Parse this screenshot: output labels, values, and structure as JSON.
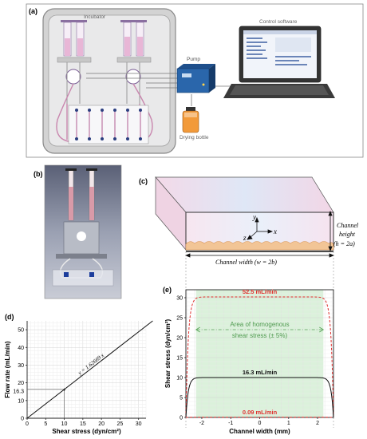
{
  "panels": {
    "a": {
      "label": "(a)",
      "incubator_label": "Incubator",
      "pump_label": "Pump",
      "control_label": "Control software",
      "bottle_label": "Drying bottle"
    },
    "b": {
      "label": "(b)"
    },
    "c": {
      "label": "(c)",
      "axis_y": "y",
      "axis_x": "x",
      "axis_z": "z",
      "height_line1": "Channel",
      "height_line2": "height",
      "height_line3": "(h = 2a)",
      "width_label": "Channel width (w = 2b)"
    },
    "d": {
      "label": "(d)"
    },
    "e": {
      "label": "(e)"
    }
  },
  "chart_data": [
    {
      "type": "line",
      "panel": "d",
      "xlabel": "Shear stress (dyn/cm²)",
      "ylabel": "Flow rate (mL/min)",
      "xlim": [
        0,
        32
      ],
      "ylim": [
        0,
        55
      ],
      "xticks": [
        0,
        5,
        10,
        15,
        20,
        25,
        30
      ],
      "yticks": [
        0,
        10,
        20,
        30,
        40,
        50
      ],
      "extra_ytick": {
        "value": 16.3,
        "label": "16.3"
      },
      "equation": "y = 1.62669 x",
      "slope": 1.62669,
      "marker": {
        "x": 10,
        "y": 16.3
      },
      "grid": true
    },
    {
      "type": "line",
      "panel": "e",
      "xlabel": "Channel width (mm)",
      "ylabel": "Shear stress (dyn/cm²)",
      "xlim": [
        -2.55,
        2.55
      ],
      "ylim": [
        0,
        32
      ],
      "xticks": [
        -2,
        -1,
        0,
        1,
        2
      ],
      "yticks": [
        0,
        5,
        10,
        15,
        20,
        25,
        30
      ],
      "homogeneous_region": [
        -2.2,
        2.2
      ],
      "annotation_line1": "Area of homogenous",
      "annotation_line2": "shear stress (± 5%)",
      "annotation_y": 22,
      "series": [
        {
          "name": "52.5 mL/min",
          "plateau": 30.2,
          "color": "#e0312f",
          "dashed": true
        },
        {
          "name": "16.3 mL/min",
          "plateau": 10.0,
          "color": "#111111",
          "dashed": false
        },
        {
          "name": "0.09 mL/min",
          "plateau": 0.05,
          "color": "#e0312f",
          "dashed": true
        }
      ],
      "grid": true
    }
  ]
}
